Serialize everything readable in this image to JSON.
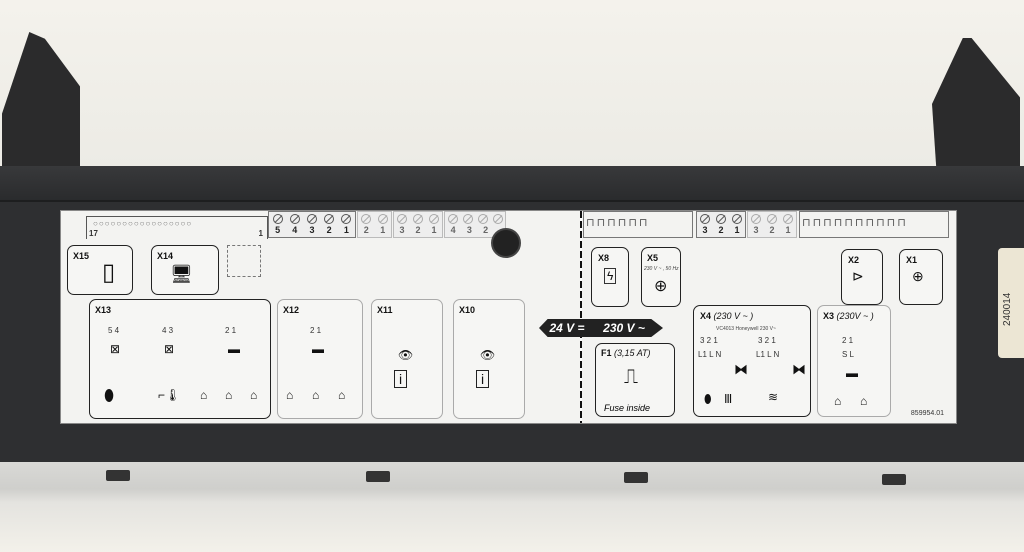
{
  "label": {
    "part_number": "859954.01",
    "zones": {
      "low_voltage": "24 V =",
      "mains": "230 V ~"
    },
    "edge_connector": {
      "pin_first": "17",
      "pin_last": "1"
    },
    "terminal_blocks_low": [
      {
        "id": "X13-block",
        "pins": [
          "5",
          "4",
          "3",
          "2",
          "1"
        ],
        "active": true
      },
      {
        "id": "X12-block",
        "pins": [
          "2",
          "1"
        ],
        "active": false
      },
      {
        "id": "X11-block",
        "pins": [
          "3",
          "2",
          "1"
        ],
        "active": false
      },
      {
        "id": "X10-block",
        "pins": [
          "4",
          "3",
          "2"
        ],
        "active": false
      }
    ],
    "terminal_blocks_high": [
      {
        "id": "X4-block",
        "pins": [
          "3",
          "2",
          "1"
        ],
        "active": true
      },
      {
        "id": "X3-block",
        "pins": [
          "3",
          "2",
          "1"
        ],
        "active": false
      }
    ],
    "connectors": {
      "x15": {
        "title": "X15"
      },
      "x14": {
        "title": "X14"
      },
      "x13": {
        "title": "X13",
        "group1_pins": "5  4",
        "group2_pins": "4  3",
        "group3_pins": "2  1"
      },
      "x12": {
        "title": "X12",
        "pins": "2  1"
      },
      "x11": {
        "title": "X11"
      },
      "x10": {
        "title": "X10"
      },
      "x8": {
        "title": "X8"
      },
      "x5": {
        "title": "X5",
        "spec": "230 V ~ , 50 Hz"
      },
      "f1": {
        "title": "F1",
        "rating": "(3,15 AT)",
        "caption": "Fuse inside"
      },
      "x4": {
        "title": "X4",
        "voltage": "(230 V ~ )",
        "model": "VC4013 Honeywell 230 V~",
        "pins": "3  2  1",
        "wires": "L1 L  N"
      },
      "x3": {
        "title": "X3",
        "voltage": "(230V ~ )",
        "pins": "2  1",
        "wires": "S  L"
      },
      "x2": {
        "title": "X2"
      },
      "x1": {
        "title": "X1"
      }
    }
  },
  "sticker": {
    "text": "240014"
  },
  "colors": {
    "housing": "#2e2f31",
    "label_bg": "#f3f3f1",
    "arrow": "#222222"
  }
}
